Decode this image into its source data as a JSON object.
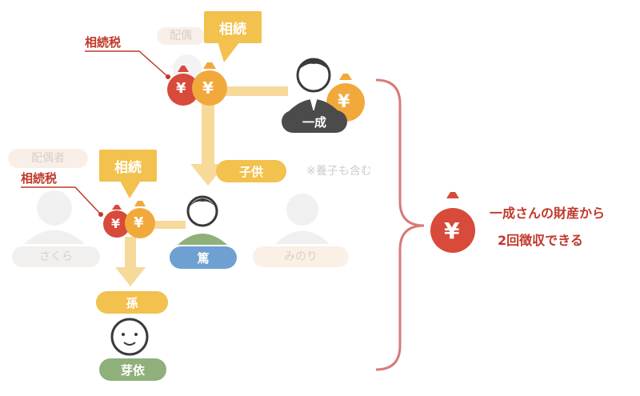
{
  "callouts": {
    "top": "相続",
    "middle": "相続"
  },
  "tax_labels": {
    "top": "相続税",
    "middle": "相続税"
  },
  "people": {
    "grandfather": "一成",
    "father": "篤",
    "grandchild": "芽依",
    "children_label": "子供",
    "grandchild_label": "孫"
  },
  "faded_text": {
    "spouse_top": "配偶",
    "spouse_mid": "配偶者",
    "adopted_note": "※養子も含む",
    "left_person": "さくら",
    "right_person": "みのり"
  },
  "summary": {
    "line1": "一成さんの財産から",
    "line2": "2回徴収できる"
  },
  "yen_symbol": "¥",
  "colors": {
    "red": "#d84a3a",
    "orange": "#f2a93b",
    "yellow": "#f2c14e",
    "blue": "#6fa0d2",
    "green": "#8fb07a",
    "dark": "#4b4b4b",
    "brace": "#d87a7a"
  }
}
